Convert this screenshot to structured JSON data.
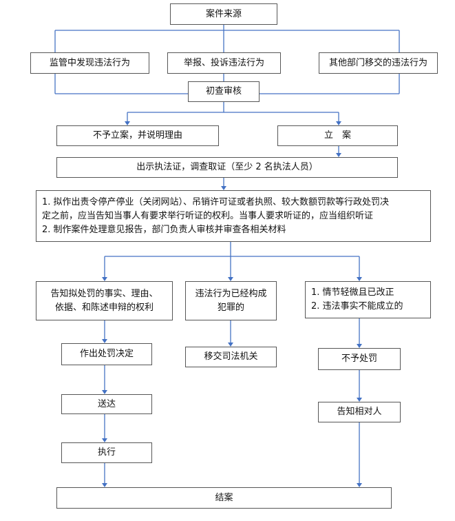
{
  "nodes": {
    "source": "案件来源",
    "found_in_supervision": "监管中发现违法行为",
    "report_complaint": "举报、投诉违法行为",
    "transferred": "其他部门移交的违法行为",
    "preliminary_review": "初查审核",
    "no_case": "不予立案，并说明理由",
    "register_case": "立　案",
    "investigate": "出示执法证，调查取证（至少 2 名执法人员）",
    "hearing_notice": [
      "1. 拟作出责令停产停业（关闭网站）、吊销许可证或者执照、较大数额罚款等行政处罚决",
      "定之前，应当告知当事人有要求举行听证的权利。当事人要求听证的，应当组织听证",
      "2. 制作案件处理意见报告，部门负责人审核并审查各相关材料"
    ],
    "notify_rights": [
      "告知拟处罚的事实、理由、",
      "依据、和陈述申辩的权利"
    ],
    "crime": [
      "违法行为已经构成",
      "犯罪的"
    ],
    "minor": [
      "1. 情节轻微且已改正",
      "2. 违法事实不能成立的"
    ],
    "decision": "作出处罚决定",
    "judicial_transfer": "移交司法机关",
    "no_penalty": "不予处罚",
    "deliver": "送达",
    "notify_party": "告知相对人",
    "execute": "执行",
    "close": "结案"
  },
  "colors": {
    "border": "#555555",
    "arrow": "#4472c4",
    "text": "#111111"
  }
}
